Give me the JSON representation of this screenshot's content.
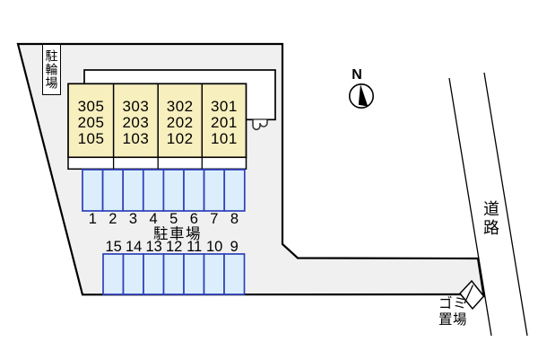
{
  "plan": {
    "bicycle_parking_label": "駐輪場",
    "parking_lot_label": "駐車場",
    "road_label": "道路",
    "trash_area_label": {
      "line1": "ゴミ",
      "line2": "置場"
    },
    "compass_north_label": "N"
  },
  "building": {
    "units": [
      {
        "lines": [
          "305",
          "205",
          "105"
        ]
      },
      {
        "lines": [
          "303",
          "203",
          "103"
        ]
      },
      {
        "lines": [
          "302",
          "202",
          "102"
        ]
      },
      {
        "lines": [
          "301",
          "201",
          "101"
        ]
      }
    ]
  },
  "parking": {
    "row1_numbers": [
      "1",
      "2",
      "3",
      "4",
      "5",
      "6",
      "7",
      "8"
    ],
    "row2_numbers": [
      "15",
      "14",
      "13",
      "12",
      "11",
      "10",
      "9"
    ]
  },
  "colors": {
    "site_fill": "#f0f0f0",
    "unit_fill": "#f8efbe",
    "parking_space_fill": "#dceefb",
    "parking_space_border": "#2e41bb",
    "outline": "#000000"
  }
}
